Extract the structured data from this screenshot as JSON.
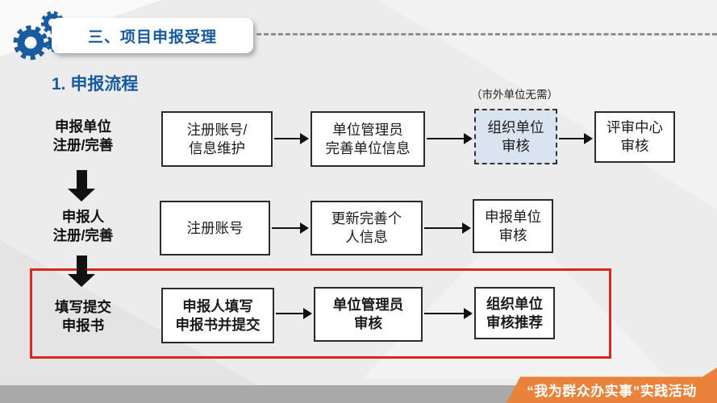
{
  "colors": {
    "accent_blue": "#175a9d",
    "frame_red": "#d8271d",
    "banner_orange": "#e9823b",
    "highlight_box_fill": "#dae4f0",
    "bottom_bar_gray": "#a9a9a9"
  },
  "header": {
    "title": "三、项目申报受理",
    "icon": "gears-icon"
  },
  "section": {
    "heading": "1. 申报流程"
  },
  "flow": {
    "note": "（市外单位无需）",
    "rows": [
      {
        "label": "申报单位\n注册/完善",
        "boxes": [
          "注册账号/\n信息维护",
          "单位管理员\n完善单位信息",
          "组织单位\n审核",
          "评审中心\n审核"
        ]
      },
      {
        "label": "申报人\n注册/完善",
        "boxes": [
          "注册账号",
          "更新完善个\n人信息",
          "申报单位\n审核"
        ]
      },
      {
        "label": "填写提交\n申报书",
        "boxes": [
          "申报人填写\n申报书并提交",
          "单位管理员\n审核",
          "组织单位\n审核推荐"
        ]
      }
    ]
  },
  "footer": {
    "banner": "“我为群众办实事”实践活动"
  }
}
